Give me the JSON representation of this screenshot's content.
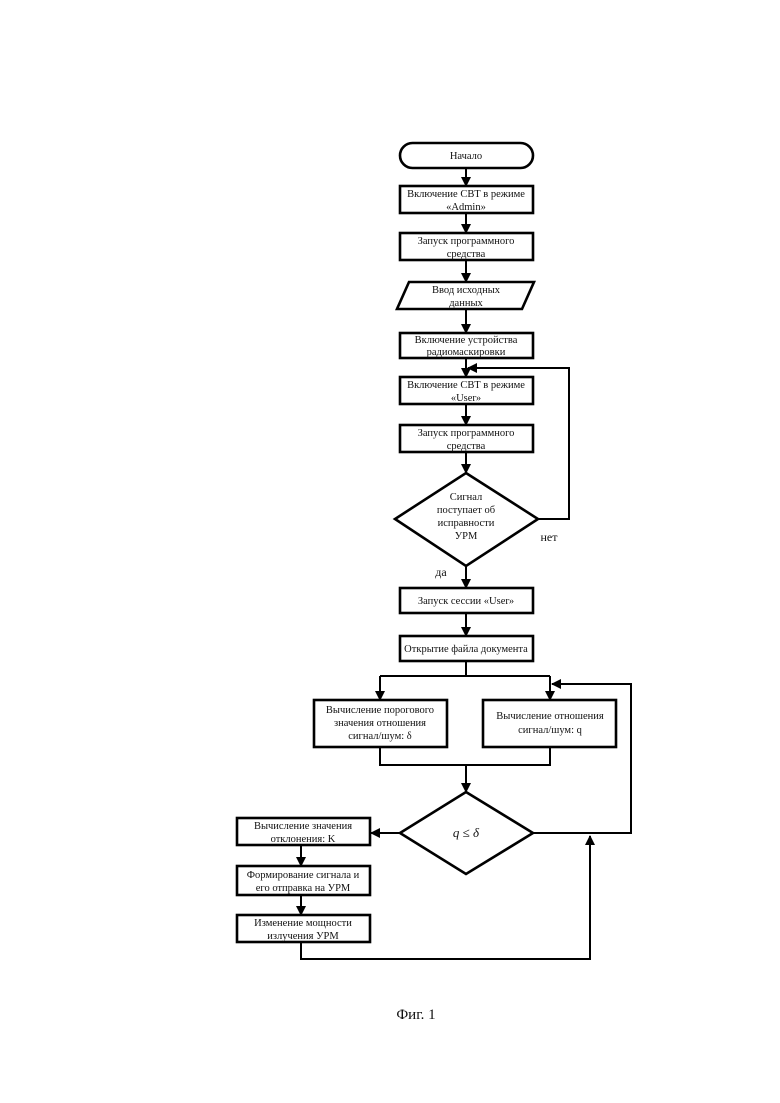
{
  "nodes": {
    "start": "Начало",
    "admin_l1": "Включение СВТ в режиме",
    "admin_l2": "«Admin»",
    "launch1_l1": "Запуск программного",
    "launch1_l2": "средства",
    "input_l1": "Ввод исходных",
    "input_l2": "данных",
    "rm_l1": "Включение устройства",
    "rm_l2": "радиомаскировки",
    "user_l1": "Включение СВТ в режиме",
    "user_l2": "«User»",
    "launch2_l1": "Запуск программного",
    "launch2_l2": "средства",
    "dec1_l1": "Сигнал",
    "dec1_l2": "поступает об",
    "dec1_l3": "исправности",
    "dec1_l4": "УРМ",
    "no": "нет",
    "yes": "да",
    "session": "Запуск сессии «User»",
    "open": "Открытие файла документа",
    "thr_l1": "Вычисление порогового",
    "thr_l2": "значения отношения",
    "thr_l3": "сигнал/шум: δ",
    "ratio_l1": "Вычисление отношения",
    "ratio_l2": "сигнал/шум: q",
    "dec2": "q ≤ δ",
    "dev_l1": "Вычисление значения",
    "dev_l2": "отклонения: K",
    "form_l1": "Формирование сигнала и",
    "form_l2": "его отправка на УРМ",
    "pow_l1": "Изменение мощности",
    "pow_l2": "излучения УРМ"
  },
  "caption": "Фиг. 1"
}
